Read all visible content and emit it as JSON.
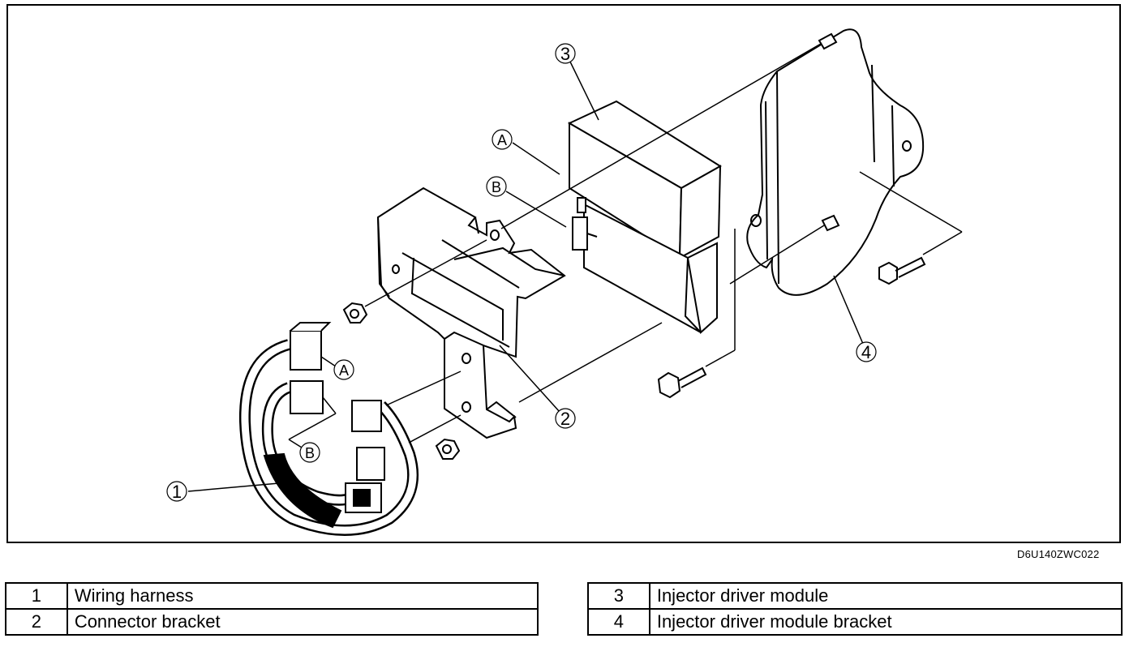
{
  "figure_id": "D6U140ZWC022",
  "callouts": {
    "c1": "1",
    "c2": "2",
    "c3": "3",
    "c4": "4",
    "a_upper": "A",
    "b_upper": "B",
    "a_lower": "A",
    "b_lower": "B"
  },
  "legend_left": [
    {
      "num": "1",
      "name": "Wiring harness"
    },
    {
      "num": "2",
      "name": "Connector bracket"
    }
  ],
  "legend_right": [
    {
      "num": "3",
      "name": "Injector driver module"
    },
    {
      "num": "4",
      "name": "Injector driver module bracket"
    }
  ]
}
